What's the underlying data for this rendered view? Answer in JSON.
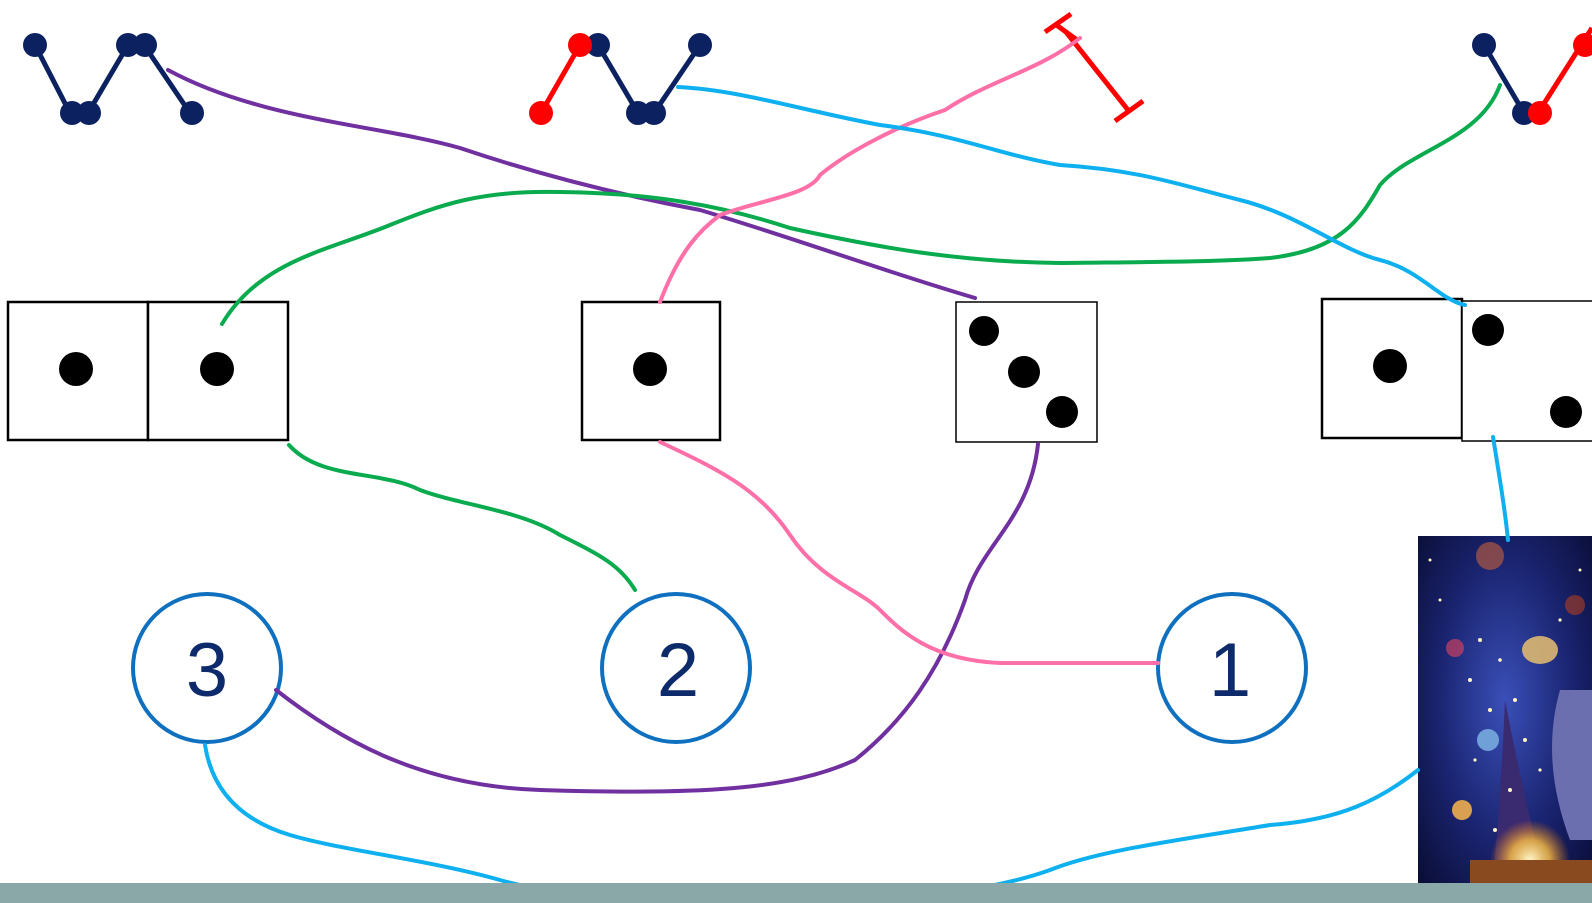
{
  "colors": {
    "navy": "#0b2160",
    "red": "#ff0000",
    "pink": "#ff6fa8",
    "green": "#0aab4e",
    "purple": "#7030a0",
    "cyan": "#0eb0f0",
    "circle_stroke": "#1070c0",
    "circle_text": "#0d2a6b",
    "footer": "#8aa8a8",
    "die_border": "#000000",
    "pip": "#000000"
  },
  "circles": [
    {
      "id": "circle-3",
      "label": "3"
    },
    {
      "id": "circle-2",
      "label": "2"
    },
    {
      "id": "circle-1",
      "label": "1"
    }
  ],
  "dice": [
    {
      "id": "die-pair-left-a",
      "pips": 1
    },
    {
      "id": "die-pair-left-b",
      "pips": 1
    },
    {
      "id": "die-middle",
      "pips": 1
    },
    {
      "id": "die-three",
      "pips": 3
    },
    {
      "id": "die-pair-right-a",
      "pips": 1
    },
    {
      "id": "die-pair-right-b",
      "pips": 2
    }
  ],
  "zigzags": [
    {
      "id": "zigzag-left",
      "highlight": "none"
    },
    {
      "id": "zigzag-middle",
      "highlight": "first-segment"
    },
    {
      "id": "zigzag-right",
      "highlight": "last-segment"
    }
  ],
  "connectors": [
    {
      "id": "connector-purple",
      "color": "purple"
    },
    {
      "id": "connector-green",
      "color": "green"
    },
    {
      "id": "connector-pink",
      "color": "pink"
    },
    {
      "id": "connector-cyan",
      "color": "cyan"
    }
  ],
  "illustration": {
    "icon": "wizard-illustration"
  }
}
